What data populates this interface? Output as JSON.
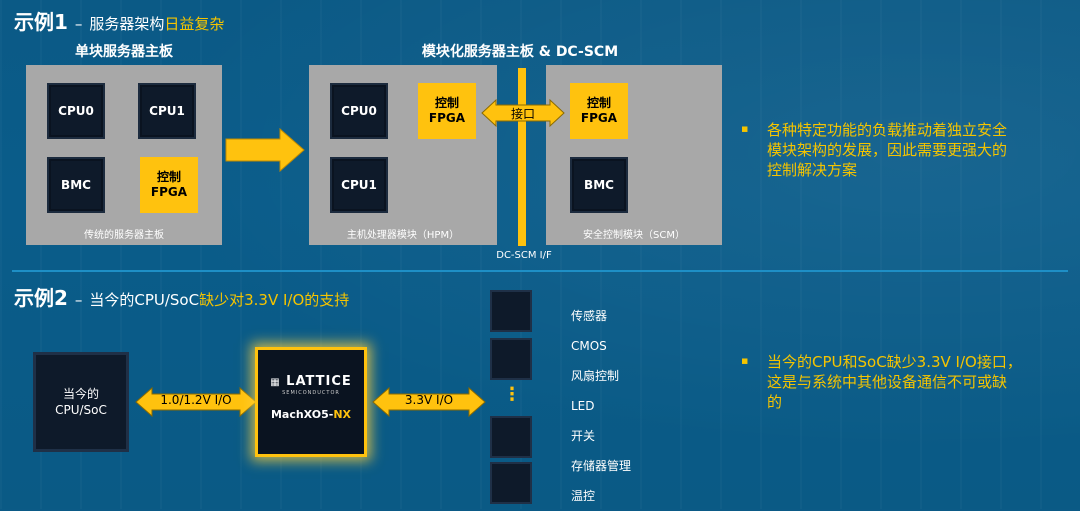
{
  "example1": {
    "title": "示例1",
    "dash": "–",
    "subtitle_normal": "服务器架构",
    "subtitle_highlight": "日益复杂"
  },
  "single": {
    "heading": "单块服务器主板",
    "cpu0": "CPU0",
    "cpu1": "CPU1",
    "bmc": "BMC",
    "fpga_line1": "控制",
    "fpga_line2": "FPGA",
    "caption": "传统的服务器主板"
  },
  "modular": {
    "heading": "模块化服务器主板 & DC-SCM",
    "hpm_cpu0": "CPU0",
    "hpm_cpu1": "CPU1",
    "hpm_fpga_line1": "控制",
    "hpm_fpga_line2": "FPGA",
    "hpm_caption": "主机处理器模块（HPM）",
    "interface": "接口",
    "scm_fpga_line1": "控制",
    "scm_fpga_line2": "FPGA",
    "scm_bmc": "BMC",
    "scm_caption": "安全控制模块（SCM）",
    "if_label": "DC-SCM I/F"
  },
  "bullet1": {
    "marker": "▪",
    "lines": [
      "各种特定功能的负载推动着独立安全",
      "模块架构的发展，因此需要更强大的",
      "控制解决方案"
    ]
  },
  "example2": {
    "title": "示例2",
    "dash": "–",
    "subtitle_normal": "当今的CPU/SoC",
    "subtitle_highlight": "缺少对3.3V I/O的支持"
  },
  "diagram2": {
    "cpu_line1": "当今的",
    "cpu_line2": "CPU/SoC",
    "io1": "1.0/1.2V I/O",
    "lattice_brand": "LATTICE",
    "lattice_sub": "SEMICONDUCTOR",
    "machxo_main": "MachXO5-",
    "machxo_suffix": "NX",
    "io2": "3.3V I/O",
    "dots": "⋮",
    "devices": [
      "传感器",
      "CMOS",
      "风扇控制",
      "LED",
      "开关",
      "存储器管理",
      "温控"
    ]
  },
  "bullet2": {
    "marker": "▪",
    "lines": [
      "当今的CPU和SoC缺少3.3V I/O接口，",
      "这是与系统中其他设备通信不可或缺",
      "的"
    ]
  },
  "colors": {
    "accent": "#f5c400",
    "fpga": "#ffc20e",
    "panel": "#a8a8a8",
    "background": "#0b5a86"
  }
}
